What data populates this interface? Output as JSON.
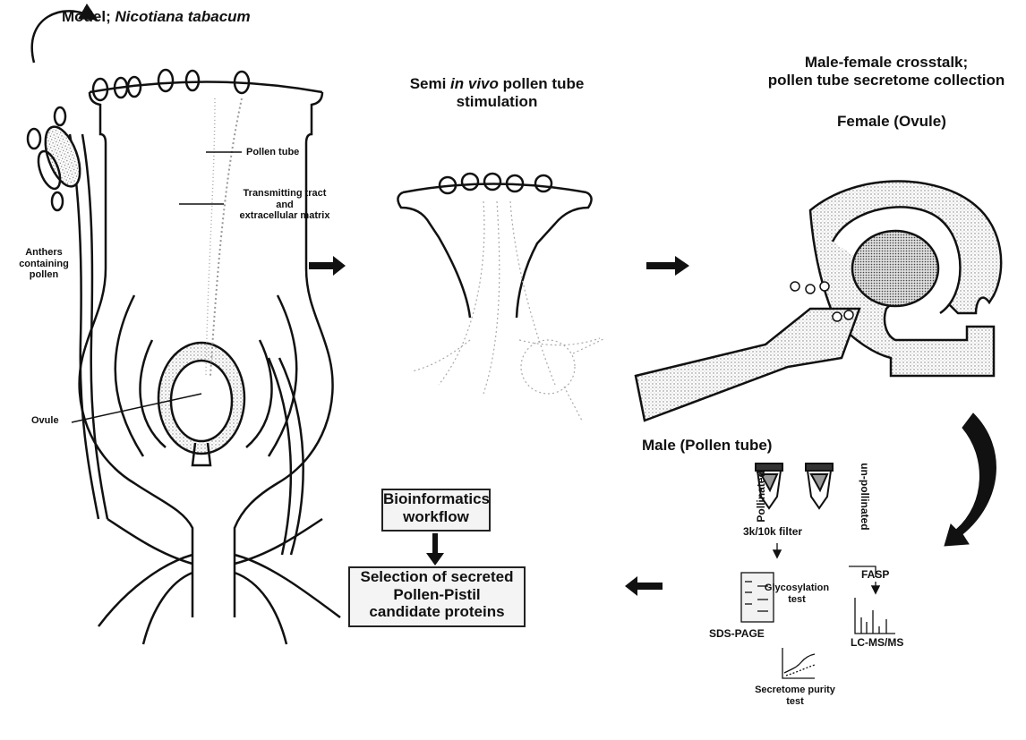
{
  "panel_model": {
    "title_prefix": "Model; ",
    "title_species": "Nicotiana tabacum",
    "labels": {
      "pollen_tubes": "Pollen tube",
      "transmitting_tract": [
        "Transmitting tract",
        "and",
        "extracellular matrix"
      ],
      "anthers": [
        "Anthers",
        "containing",
        "pollen"
      ],
      "ovule": "Ovule"
    }
  },
  "panel_semi_in_vivo": {
    "title_pre": "Semi ",
    "title_italic": "in vivo",
    "title_post": " pollen tube",
    "title_line2": "stimulation"
  },
  "panel_crosstalk": {
    "title_line1": "Male-female crosstalk;",
    "title_line2": "pollen tube secretome collection",
    "female_label": "Female (Ovule)",
    "male_label": "Male (Pollen tube)"
  },
  "workflow": {
    "pollinated": "Pollinated",
    "unpollinated": "un-pollinated",
    "filter": "3k/10k filter",
    "fasp": "FASP",
    "glycosylation": [
      "Glycosylation",
      "test"
    ],
    "sds_page": "SDS-PAGE",
    "lcms": "LC-MS/MS",
    "purity": [
      "Secretome purity",
      "test"
    ]
  },
  "boxes": {
    "bioinformatics": [
      "Bioinformatics",
      "workflow"
    ],
    "selection": [
      "Selection of secreted",
      "Pollen-Pistil",
      "candidate proteins"
    ]
  }
}
